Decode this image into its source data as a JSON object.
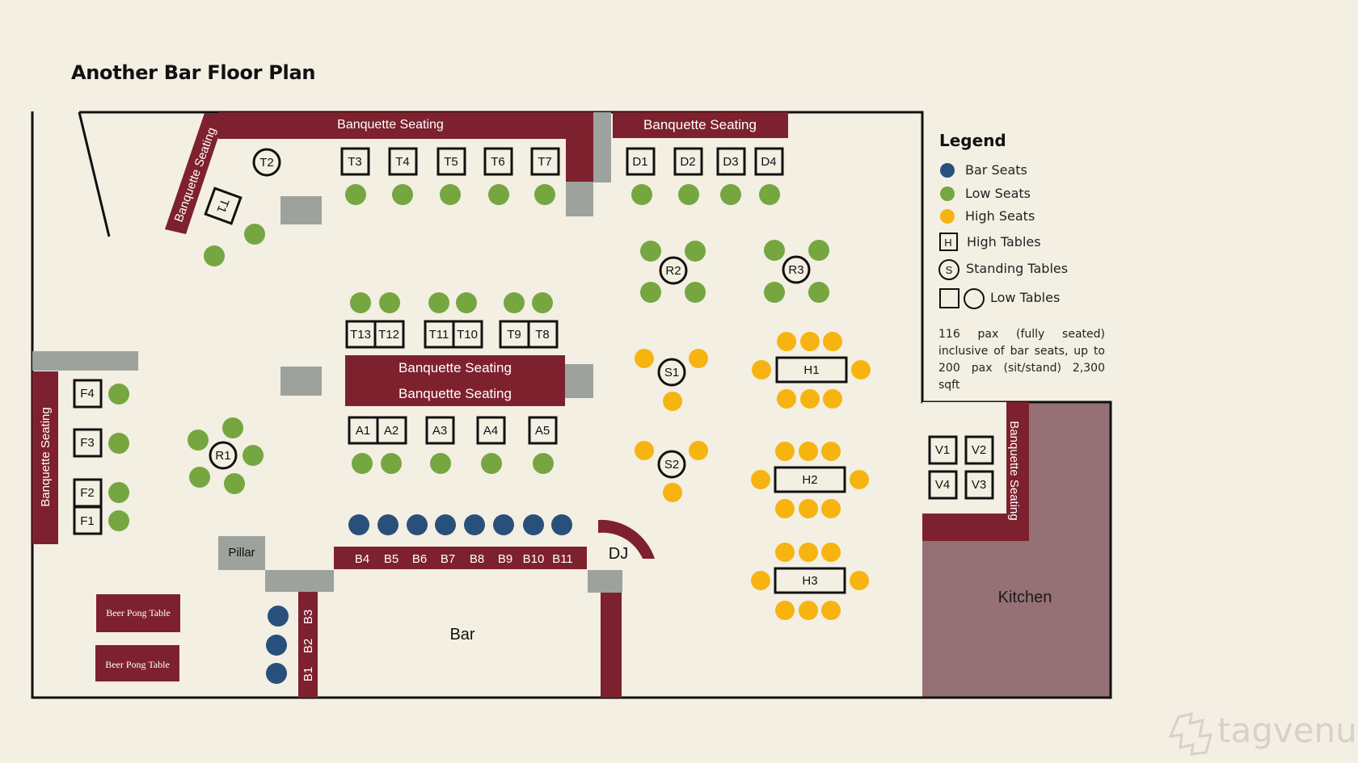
{
  "title": "Another Bar Floor Plan",
  "colors": {
    "background": "#f3efe3",
    "banquette": "#7d212f",
    "pillar_gray": "#9ea29d",
    "kitchen": "#957075",
    "bar_seat": "#29507a",
    "low_seat": "#76a640",
    "high_seat": "#f7b411"
  },
  "labels": {
    "banquette_top_main": "Banquette Seating",
    "banquette_top_right": "Banquette Seating",
    "banquette_diagonal": "Banquette Seating",
    "banquette_left": "Banquette Seating",
    "banquette_center_1": "Banquette Seating",
    "banquette_center_2": "Banquette Seating",
    "banquette_right": "Banquette Seating",
    "pillar": "Pillar",
    "dj": "DJ",
    "bar": "Bar",
    "kitchen": "Kitchen",
    "beer_pong_1": "Beer Pong Table",
    "beer_pong_2": "Beer Pong Table"
  },
  "tables": {
    "T1": "T1",
    "T2": "T2",
    "T3": "T3",
    "T4": "T4",
    "T5": "T5",
    "T6": "T6",
    "T7": "T7",
    "T8": "T8",
    "T9": "T9",
    "T10": "T10",
    "T11": "T11",
    "T12": "T12",
    "T13": "T13",
    "D1": "D1",
    "D2": "D2",
    "D3": "D3",
    "D4": "D4",
    "A1": "A1",
    "A2": "A2",
    "A3": "A3",
    "A4": "A4",
    "A5": "A5",
    "F1": "F1",
    "F2": "F2",
    "F3": "F3",
    "F4": "F4",
    "R1": "R1",
    "R2": "R2",
    "R3": "R3",
    "S1": "S1",
    "S2": "S2",
    "H1": "H1",
    "H2": "H2",
    "H3": "H3",
    "V1": "V1",
    "V2": "V2",
    "V3": "V3",
    "V4": "V4"
  },
  "bar_seats": {
    "B1": "B1",
    "B2": "B2",
    "B3": "B3",
    "B4": "B4",
    "B5": "B5",
    "B6": "B6",
    "B7": "B7",
    "B8": "B8",
    "B9": "B9",
    "B10": "B10",
    "B11": "B11"
  },
  "legend": {
    "title": "Legend",
    "items": [
      {
        "label": "Bar Seats",
        "icon": "bar-seat-dot"
      },
      {
        "label": "Low Seats",
        "icon": "low-seat-dot"
      },
      {
        "label": "High Seats",
        "icon": "high-seat-dot"
      },
      {
        "label": "High Tables",
        "icon": "high-table-square",
        "symbol": "H"
      },
      {
        "label": "Standing Tables",
        "icon": "standing-table-circle",
        "symbol": "S"
      },
      {
        "label": "Low Tables",
        "icon": "low-table-shapes"
      }
    ],
    "capacity_note": "116 pax (fully seated) inclusive of bar seats, up to 200 pax (sit/stand) 2,300 sqft"
  },
  "watermark": "tagvenue"
}
